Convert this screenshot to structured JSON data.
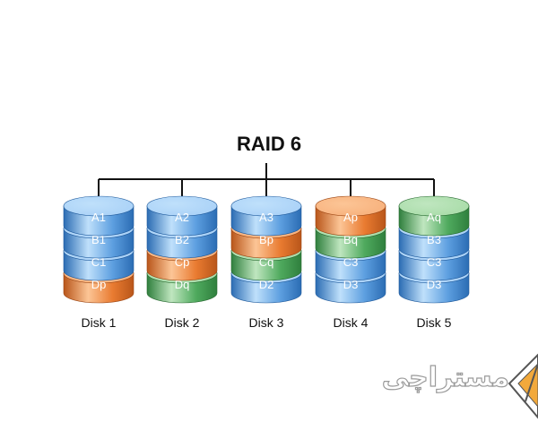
{
  "title": "RAID 6",
  "colors": {
    "data": "#4f8fd4",
    "p_parity": "#e87a30",
    "q_parity": "#4aa45a",
    "line": "#111111"
  },
  "disks": [
    {
      "label": "Disk 1",
      "blocks": [
        {
          "text": "A1",
          "kind": "data"
        },
        {
          "text": "B1",
          "kind": "data"
        },
        {
          "text": "C1",
          "kind": "data"
        },
        {
          "text": "Dp",
          "kind": "p_parity"
        }
      ]
    },
    {
      "label": "Disk 2",
      "blocks": [
        {
          "text": "A2",
          "kind": "data"
        },
        {
          "text": "B2",
          "kind": "data"
        },
        {
          "text": "Cp",
          "kind": "p_parity"
        },
        {
          "text": "Dq",
          "kind": "q_parity"
        }
      ]
    },
    {
      "label": "Disk 3",
      "blocks": [
        {
          "text": "A3",
          "kind": "data"
        },
        {
          "text": "Bp",
          "kind": "p_parity"
        },
        {
          "text": "Cq",
          "kind": "q_parity"
        },
        {
          "text": "D2",
          "kind": "data"
        }
      ]
    },
    {
      "label": "Disk 4",
      "blocks": [
        {
          "text": "Ap",
          "kind": "p_parity"
        },
        {
          "text": "Bq",
          "kind": "q_parity"
        },
        {
          "text": "C3",
          "kind": "data"
        },
        {
          "text": "D3",
          "kind": "data"
        }
      ]
    },
    {
      "label": "Disk 5",
      "blocks": [
        {
          "text": "Aq",
          "kind": "q_parity"
        },
        {
          "text": "B3",
          "kind": "data"
        },
        {
          "text": "C3",
          "kind": "data"
        },
        {
          "text": "D3",
          "kind": "data"
        }
      ]
    }
  ],
  "watermark": "مستراچی",
  "logo_icon": "triangle-logo-icon"
}
